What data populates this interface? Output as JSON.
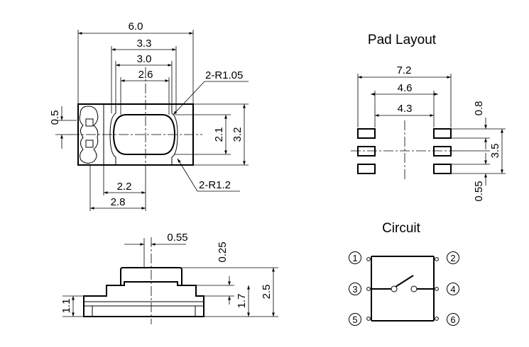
{
  "top_view": {
    "width": "6.0",
    "d33": "3.3",
    "d30": "3.0",
    "d26": "2.6",
    "radius_top": "2-R1.05",
    "left_05": "0.5",
    "h21": "2.1",
    "h32": "3.2",
    "d22": "2.2",
    "d28": "2.8",
    "radius_bottom": "2-R1.2"
  },
  "pad_layout": {
    "title": "Pad Layout",
    "d72": "7.2",
    "d46": "4.6",
    "d43": "4.3",
    "d08": "0.8",
    "d35": "3.5",
    "d055": "0.55"
  },
  "side_view": {
    "d055": "0.55",
    "d025": "0.25",
    "d11": "1.1",
    "d17": "1.7",
    "d25": "2.5"
  },
  "circuit": {
    "title": "Circuit",
    "pins": [
      "1",
      "2",
      "3",
      "4",
      "5",
      "6"
    ]
  }
}
